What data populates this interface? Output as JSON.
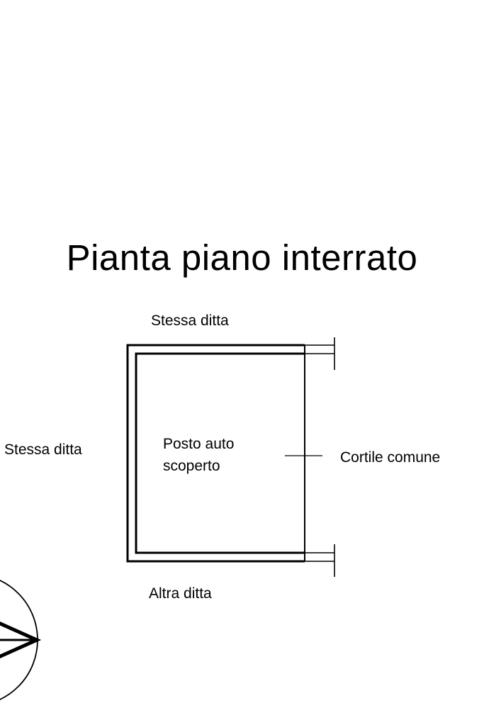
{
  "title": "Pianta piano interrato",
  "labels": {
    "top": "Stessa ditta",
    "left": "Stessa ditta",
    "center_line1": "Posto auto",
    "center_line2": "scoperto",
    "right": "Cortile comune",
    "bottom": "Altra ditta"
  },
  "colors": {
    "ink": "#000000",
    "background": "#ffffff"
  },
  "icons": {
    "compass": "north-arrow-icon"
  }
}
